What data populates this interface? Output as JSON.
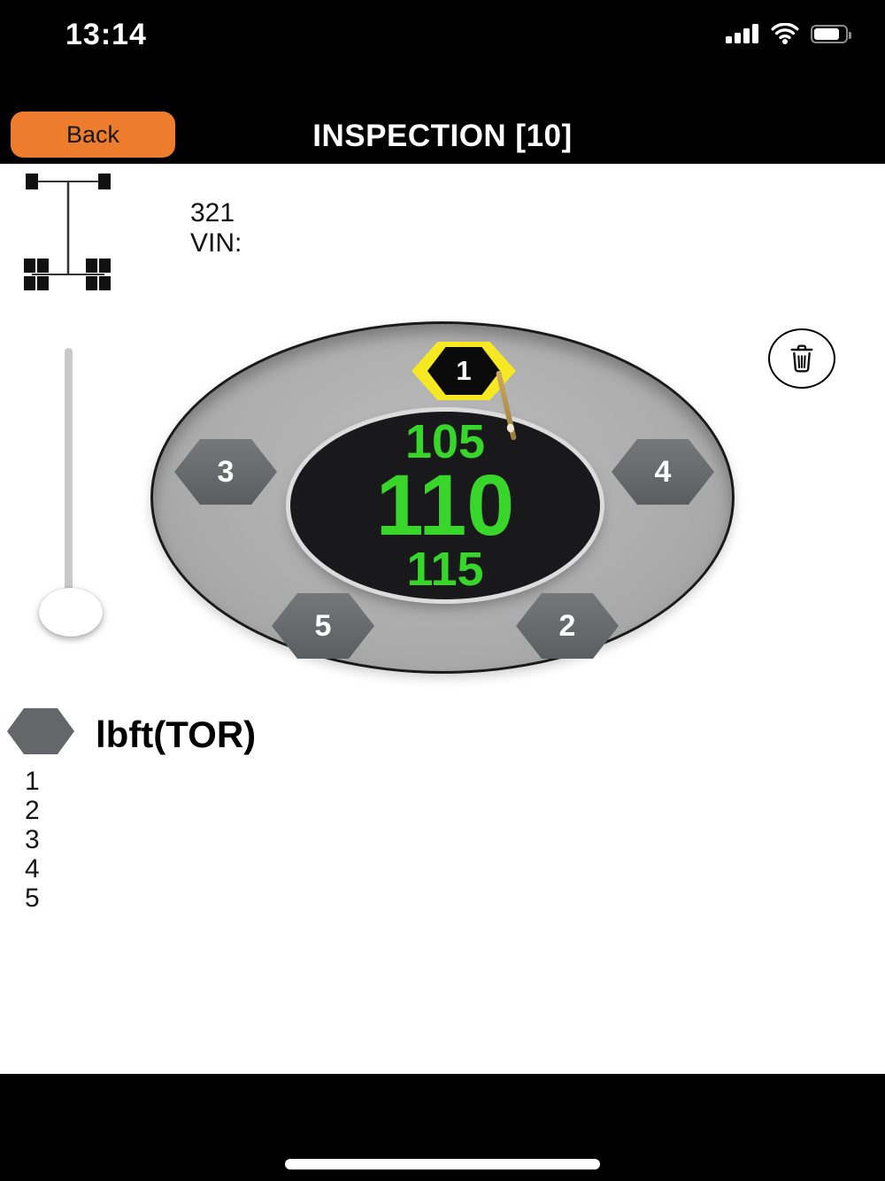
{
  "status_bar": {
    "time": "13:14",
    "icons": [
      "cellular-signal-icon",
      "wifi-icon",
      "battery-icon"
    ]
  },
  "nav": {
    "back_label": "Back",
    "title": "INSPECTION [10]"
  },
  "vehicle": {
    "unit_number": "321",
    "vin_label": "VIN:"
  },
  "gauge": {
    "min_torque": "105",
    "target_torque": "110",
    "max_torque": "115",
    "selected_nut": "1",
    "nuts": [
      {
        "label": "1",
        "position": "top",
        "selected": true
      },
      {
        "label": "2",
        "position": "bottom-right",
        "selected": false
      },
      {
        "label": "3",
        "position": "left",
        "selected": false
      },
      {
        "label": "4",
        "position": "right",
        "selected": false
      },
      {
        "label": "5",
        "position": "bottom-left",
        "selected": false
      }
    ]
  },
  "legend": {
    "unit_label": "lbft(TOR)"
  },
  "results": {
    "rows": [
      "1",
      "2",
      "3",
      "4",
      "5"
    ]
  },
  "colors": {
    "accent_orange": "#ED7D2C",
    "torque_green": "#38D52B",
    "selected_yellow": "#F6E823",
    "nut_gray": "#68696D"
  }
}
